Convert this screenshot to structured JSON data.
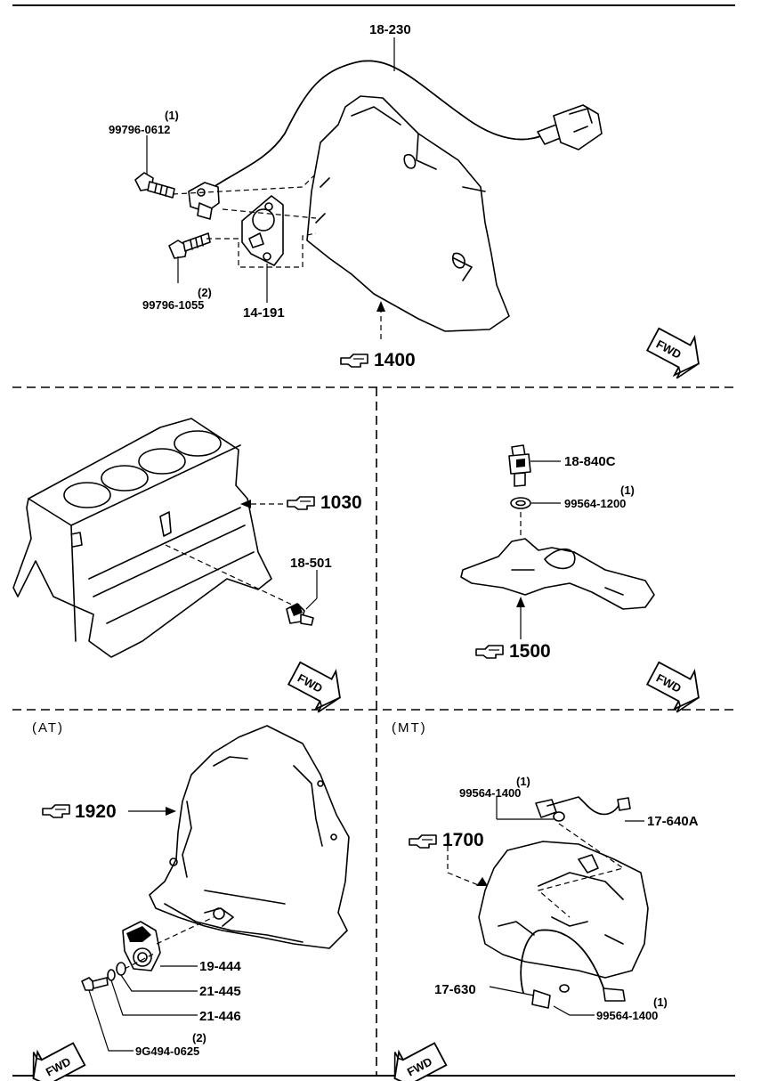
{
  "parts": {
    "top_cable": "18-230",
    "top_bolt1": "99796-0612",
    "top_bolt1_qty": "(1)",
    "top_bolt2": "99796-1055",
    "top_bolt2_qty": "(2)",
    "top_gasket": "14-191",
    "top_ref": "1400",
    "block_ref": "1030",
    "block_sensor": "18-501",
    "water_sensor": "18-840C",
    "water_washer": "99564-1200",
    "water_washer_qty": "(1)",
    "water_ref": "1500",
    "at_caption": "(AT)",
    "at_ref": "1920",
    "at_sensor": "19-444",
    "at_washer1": "21-445",
    "at_washer2": "21-446",
    "at_bolt": "9G494-0625",
    "at_bolt_qty": "(2)",
    "mt_caption": "(MT)",
    "mt_washer_top": "99564-1400",
    "mt_washer_top_qty": "(1)",
    "mt_harness_top": "17-640A",
    "mt_ref": "1700",
    "mt_harness_bottom": "17-630",
    "mt_washer_bottom": "99564-1400",
    "mt_washer_bottom_qty": "(1)"
  },
  "fwd_label": "FWD",
  "icons": {
    "reference": "pointing-hand-icon",
    "direction": "fwd-arrow-icon"
  }
}
